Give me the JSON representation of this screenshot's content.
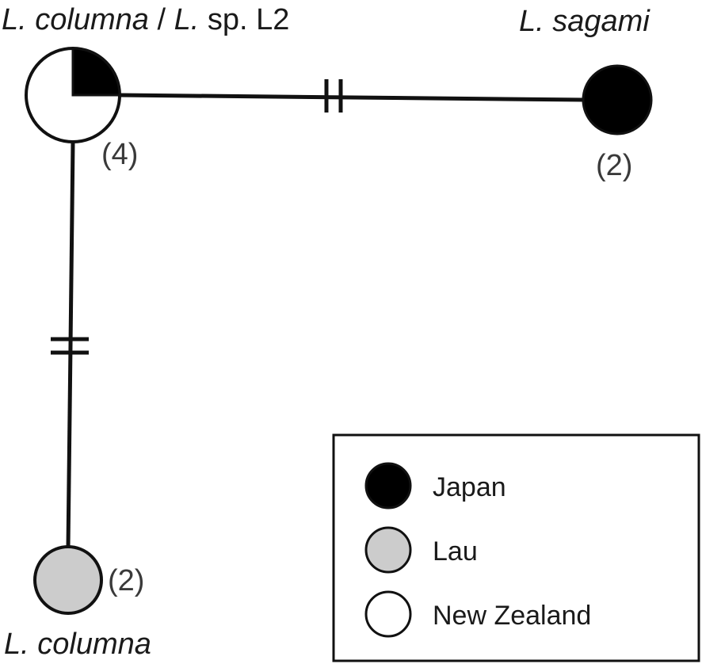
{
  "nodes": {
    "hub": {
      "label_genus": "L.",
      "label_species": "columna",
      "label_sep": "/",
      "label_genus2": "L.",
      "label_rest": "sp. L2",
      "count": "(4)"
    },
    "sagami": {
      "label_genus": "L.",
      "label_species": "sagami",
      "count": "(2)"
    },
    "columna": {
      "label_genus": "L.",
      "label_species": "columna",
      "count": "(2)"
    }
  },
  "legend": {
    "items": [
      {
        "label": "Japan",
        "color": "#000000"
      },
      {
        "label": "Lau",
        "color": "#cccccc"
      },
      {
        "label": "New Zealand",
        "color": "#ffffff"
      }
    ]
  }
}
